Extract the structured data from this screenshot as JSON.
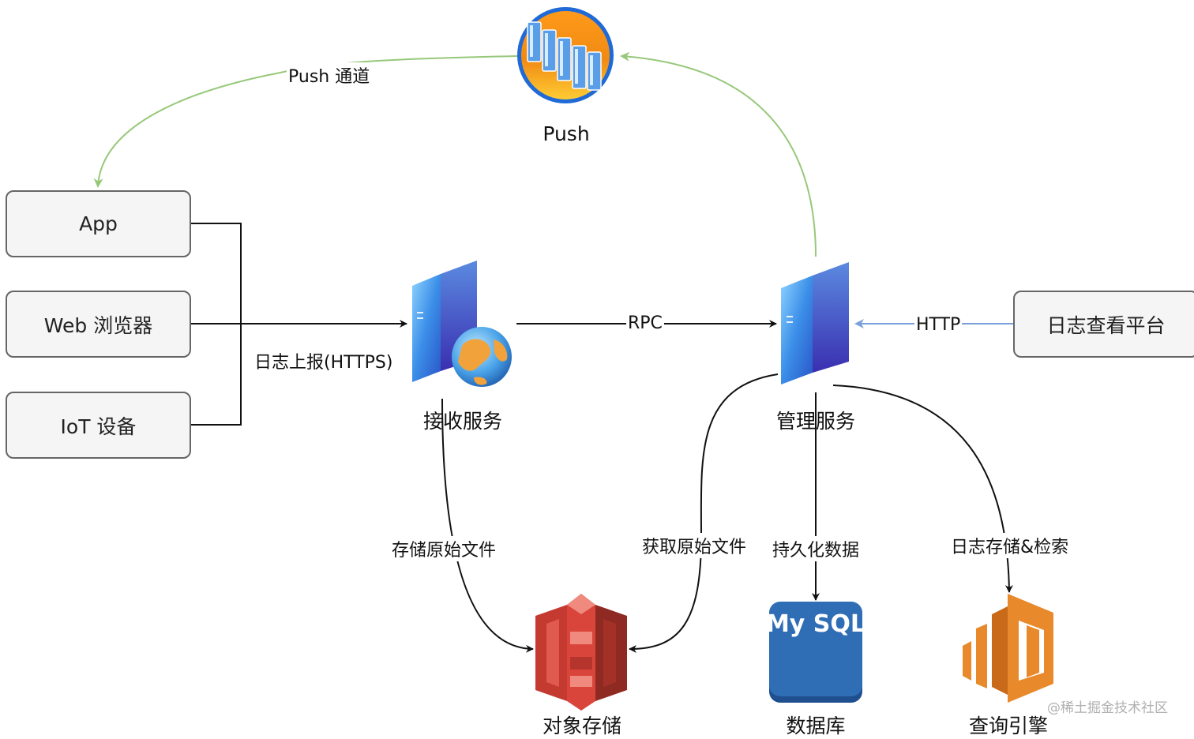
{
  "nodes": {
    "push": "Push",
    "receive": "接收服务",
    "manage": "管理服务",
    "object_storage": "对象存储",
    "database": "数据库",
    "query_engine": "查询引擎",
    "mysql_logo": "My SQL"
  },
  "clients": {
    "app": "App",
    "web": "Web 浏览器",
    "iot": "IoT 设备",
    "log_platform": "日志查看平台"
  },
  "edges": {
    "push_channel": "Push 通道",
    "log_report": "日志上报(HTTPS)",
    "rpc": "RPC",
    "http": "HTTP",
    "store_raw": "存储原始文件",
    "fetch_raw": "获取原始文件",
    "persist": "持久化数据",
    "log_search": "日志存储&检索"
  },
  "watermark": "@稀土掘金技术社区",
  "colors": {
    "green": "#97c87a",
    "blue": "#7b9fd8",
    "black": "#111111",
    "s3_red": "#d9453b",
    "mysql_blue": "#2f6db5",
    "es_orange": "#e88a2c"
  }
}
